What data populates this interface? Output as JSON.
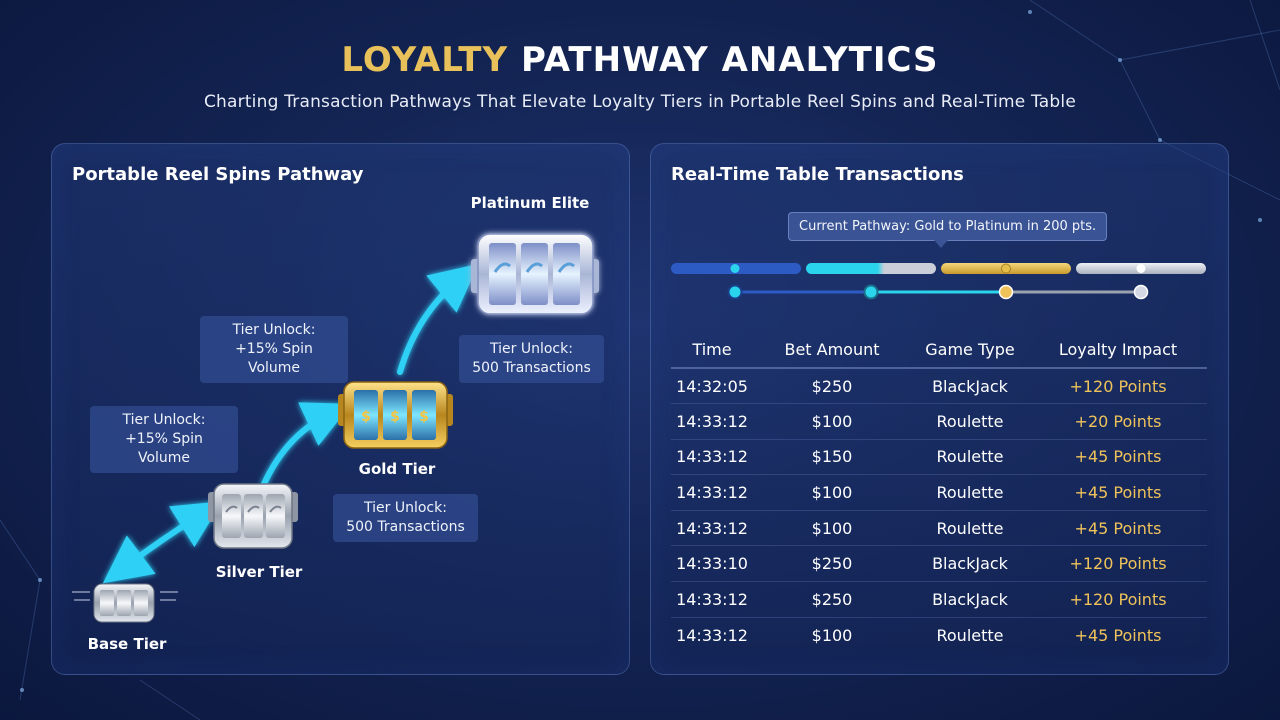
{
  "header": {
    "title_highlight": "LOYALTY",
    "title_rest": "PATHWAY ANALYTICS",
    "subtitle": "Charting Transaction Pathways That Elevate Loyalty Tiers in Portable Reel Spins and Real-Time Table"
  },
  "left_panel": {
    "title": "Portable Reel Spins Pathway",
    "tiers": {
      "base": "Base Tier",
      "silver": "Silver Tier",
      "gold": "Gold Tier",
      "platinum": "Platinum Elite"
    },
    "unlocks": {
      "silver_volume": {
        "line1": "Tier Unlock:",
        "line2": "+15% Spin Volume"
      },
      "silver_transactions": {
        "line1": "Tier Unlock:",
        "line2": "500 Transactions"
      },
      "gold_volume": {
        "line1": "Tier Unlock:",
        "line2": "+15% Spin Volume"
      },
      "gold_transactions": {
        "line1": "Tier Unlock:",
        "line2": "500 Transactions"
      }
    }
  },
  "right_panel": {
    "title": "Real-Time Table Transactions",
    "tooltip": "Current Pathway: Gold to Platinum in 200 pts.",
    "progress_colors": {
      "base": "#2d5bc4",
      "silver_teal": "#2ad4ec",
      "gold": "#e6bf4a",
      "platinum": "#c9ced8"
    },
    "columns": [
      "Time",
      "Bet Amount",
      "Game Type",
      "Loyalty Impact"
    ],
    "rows": [
      {
        "time": "14:32:05",
        "bet": "$250",
        "game": "BlackJack",
        "impact": "+120 Points"
      },
      {
        "time": "14:33:12",
        "bet": "$100",
        "game": "Roulette",
        "impact": "+20 Points"
      },
      {
        "time": "14:33:12",
        "bet": "$150",
        "game": "Roulette",
        "impact": "+45 Points"
      },
      {
        "time": "14:33:12",
        "bet": "$100",
        "game": "Roulette",
        "impact": "+45 Points"
      },
      {
        "time": "14:33:12",
        "bet": "$100",
        "game": "Roulette",
        "impact": "+45 Points"
      },
      {
        "time": "14:33:10",
        "bet": "$250",
        "game": "BlackJack",
        "impact": "+120 Points"
      },
      {
        "time": "14:33:12",
        "bet": "$250",
        "game": "BlackJack",
        "impact": "+120 Points"
      },
      {
        "time": "14:33:12",
        "bet": "$100",
        "game": "Roulette",
        "impact": "+45 Points"
      }
    ]
  },
  "colors": {
    "accent_gold": "#e9c15a",
    "points_gold": "#f0c35a",
    "arrow_cyan": "#2fd0f5",
    "background": "#142555"
  }
}
